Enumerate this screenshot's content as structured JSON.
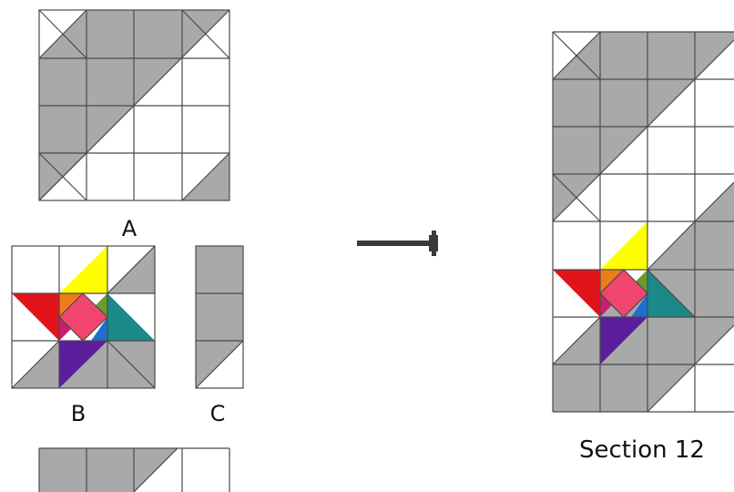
{
  "labels": {
    "a": "A",
    "b": "B",
    "c": "C",
    "section": "Section 12"
  },
  "colors": {
    "gray": "#a9a9a9",
    "grid": "#4a4a4a",
    "red": "#e0131b",
    "yellow": "#ffff00",
    "orange": "#f07b19",
    "green": "#6a9a2e",
    "pink": "#f0466e",
    "magenta": "#c81e6e",
    "blue": "#1f6fd1",
    "teal": "#1a8a88",
    "purple": "#5a1e9a",
    "arrow": "#3a3a3a"
  }
}
